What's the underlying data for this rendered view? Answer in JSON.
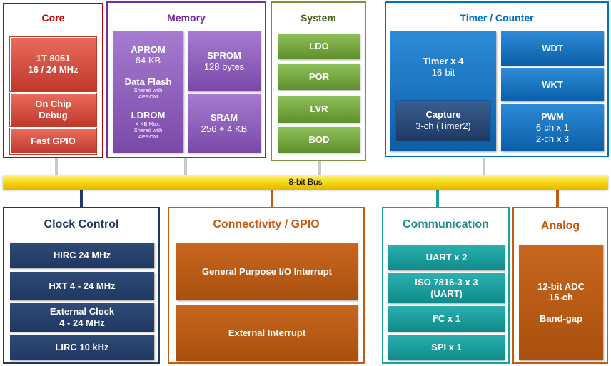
{
  "core": {
    "title": "Core",
    "cpu": [
      "1T 8051",
      "16 / 24 MHz"
    ],
    "debug": [
      "On Chip",
      "Debug"
    ],
    "gpio": "Fast GPIO"
  },
  "memory": {
    "title": "Memory",
    "aprom": {
      "name": "APROM",
      "size": "64 KB"
    },
    "dataflash": {
      "name": "Data Flash",
      "note1": "Shared with",
      "note2": "APROM"
    },
    "ldrom": {
      "name": "LDROM",
      "note1": "4 KB Max.",
      "note2": "Shared with",
      "note3": "APROM"
    },
    "sprom": {
      "name": "SPROM",
      "size": "128 bytes"
    },
    "sram": {
      "name": "SRAM",
      "size": "256 + 4 KB"
    }
  },
  "system": {
    "title": "System",
    "items": [
      "LDO",
      "POR",
      "LVR",
      "BOD"
    ]
  },
  "timer": {
    "title": "Timer / Counter",
    "timers": {
      "name": "Timer x 4",
      "desc": "16-bit"
    },
    "capture": {
      "name": "Capture",
      "desc": "3-ch (Timer2)"
    },
    "wdt": "WDT",
    "wkt": "WKT",
    "pwm": {
      "name": "PWM",
      "line1": "6-ch x 1",
      "line2": "2-ch x 3"
    }
  },
  "bus": {
    "label": "8-bit Bus"
  },
  "clock": {
    "title": "Clock Control",
    "items": [
      {
        "line1": "HIRC 24 MHz",
        "line2": ""
      },
      {
        "line1": "HXT 4 - 24 MHz",
        "line2": ""
      },
      {
        "line1": "External Clock",
        "line2": "4 - 24 MHz"
      },
      {
        "line1": "LIRC 10 kHz",
        "line2": ""
      }
    ]
  },
  "connectivity": {
    "title": "Connectivity / GPIO",
    "items": [
      "General Purpose I/O Interrupt",
      "External Interrupt"
    ]
  },
  "communication": {
    "title": "Communication",
    "items": [
      {
        "line1": "UART x 2",
        "line2": ""
      },
      {
        "line1": "ISO 7816-3 x 3",
        "line2": "(UART)"
      },
      {
        "line1": "I²C x 1",
        "line2": ""
      },
      {
        "line1": "SPI x 1",
        "line2": ""
      }
    ]
  },
  "analog": {
    "title": "Analog",
    "adc1": "12-bit ADC",
    "adc2": "15-ch",
    "bandgap": "Band-gap"
  },
  "colors": {
    "core": "#c00000",
    "memory": "#7030a0",
    "system": "#77933c",
    "timer": "#0070c0",
    "bus": "#f5d50a",
    "clock": "#1f3864",
    "connectivity": "#c55a11",
    "communication": "#17a2a2",
    "analog": "#c55a11"
  }
}
